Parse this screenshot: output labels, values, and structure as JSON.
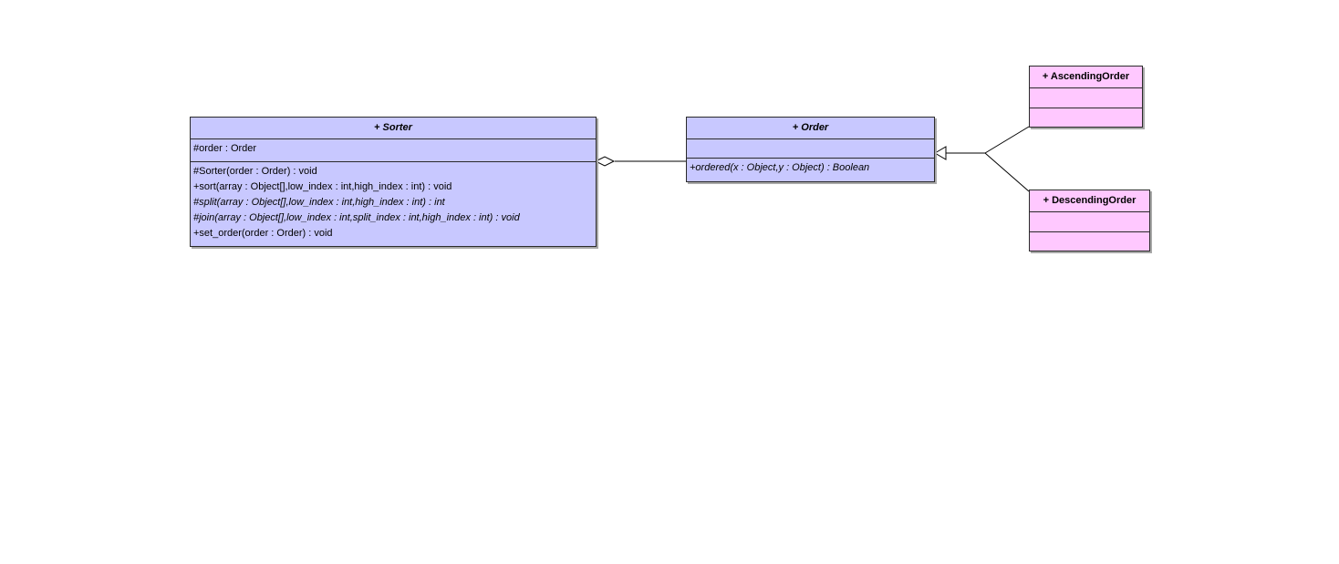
{
  "diagram": {
    "classes": {
      "sorter": {
        "name": "+ Sorter",
        "attributes": [
          "#order : Order"
        ],
        "operations": [
          "#Sorter(order : Order) : void",
          "+sort(array : Object[],low_index : int,high_index : int) : void",
          "#split(array : Object[],low_index : int,high_index : int) : int",
          "#join(array : Object[],low_index : int,split_index : int,high_index : int) : void",
          "+set_order(order : Order) : void"
        ]
      },
      "order": {
        "name": "+ Order",
        "attributes": [],
        "operations": [
          "+ordered(x : Object,y : Object) : Boolean"
        ]
      },
      "ascending": {
        "name": "+ AscendingOrder",
        "attributes": [],
        "operations": []
      },
      "descending": {
        "name": "+ DescendingOrder",
        "attributes": [],
        "operations": []
      }
    },
    "colors": {
      "abstract_class_fill": "#c8c8ff",
      "concrete_class_fill": "#ffc8ff",
      "border": "#2a2a2a",
      "shadow": "#a8a8a8"
    }
  }
}
